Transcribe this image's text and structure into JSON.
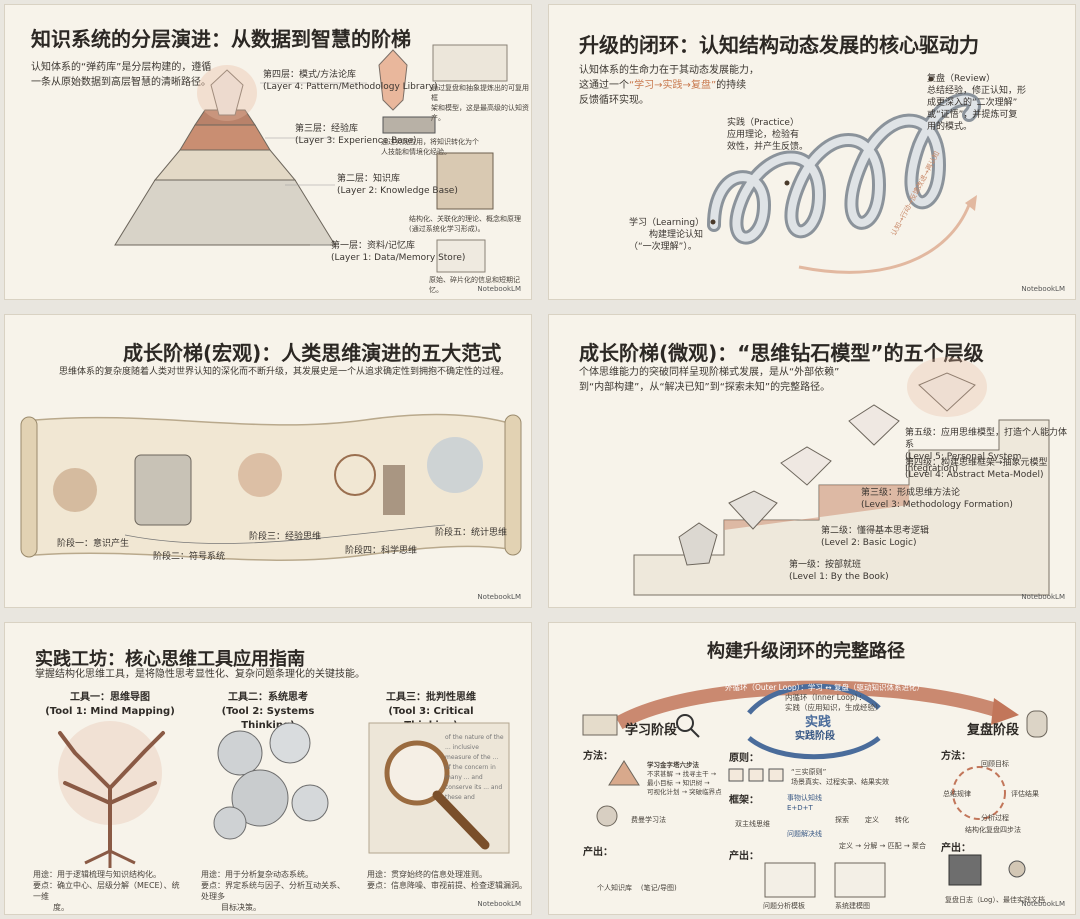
{
  "watermark": "NotebookLM",
  "s1": {
    "title": "知识系统的分层演进：从数据到智慧的阶梯",
    "subtitle_1": "认知体系的“弹药库”是分层构建的，遵循",
    "subtitle_2": "一条从原始数据到高层智慧的清晰路径。",
    "l4_cn": "第四层：模式/方法论库",
    "l4_en": "(Layer 4: Pattern/Methodology Library)",
    "l4_desc_1": "通过复盘和抽象提炼出的可复用框",
    "l4_desc_2": "架和模型，这是最高级的认知资产。",
    "l3_cn": "第三层：经验库",
    "l3_en": "(Layer 3: Experience Base)",
    "l3_desc_1": "通过实践应用，将知识转化为个",
    "l3_desc_2": "人技能和情境化经验。",
    "l2_cn": "第二层：知识库",
    "l2_en": "(Layer 2: Knowledge Base)",
    "l2_desc_1": "结构化、关联化的理论、概念和原理",
    "l2_desc_2": "(通过系统化学习形成)。",
    "l1_cn": "第一层：资料/记忆库",
    "l1_en": "(Layer 1: Data/Memory Store)",
    "l1_desc": "原始、碎片化的信息和短期记忆。"
  },
  "s2": {
    "title": "升级的闭环：认知结构动态发展的核心驱动力",
    "sub_1": "认知体系的生命力在于其动态发展能力，",
    "sub_2a": "这通过一个",
    "sub_2b": "“学习→实践→复盘”",
    "sub_2c": "的持续",
    "sub_3": "反馈循环实现。",
    "review_1": "复盘（Review）",
    "review_2": "总结经验，修正认知，形",
    "review_3": "成更深入的“二次理解”",
    "review_4": "或“证悟”，并提炼可复",
    "review_5": "用的模式。",
    "practice_1": "实践（Practice）",
    "practice_2": "应用理论，检验有",
    "practice_3": "效性，并产生反馈。",
    "learning_1": "学习（Learning）",
    "learning_2": "构建理论认知",
    "learning_3": "（“一次理解”）。",
    "arrow_text": "认知→行动→反馈改进→再认知"
  },
  "s3": {
    "title": "成长阶梯(宏观)：人类思维演进的五大范式",
    "subtitle": "思维体系的复杂度随着人类对世界认知的深化而不断升级，其发展史是一个从追求确定性到拥抱不确定性的过程。",
    "stage1": "阶段一：意识产生",
    "stage2": "阶段二：符号系统",
    "stage3": "阶段三：经验思维",
    "stage4": "阶段四：科学思维",
    "stage5": "阶段五：统计思维"
  },
  "s4": {
    "title": "成长阶梯(微观)：“思维钻石模型”的五个层级",
    "sub_1": "个体思维能力的突破同样呈现阶梯式发展，是从“外部依赖”",
    "sub_2": "到“内部构建”，从“解决已知”到“探索未知”的完整路径。",
    "l5_cn": "第五级：应用思维模型，打造个人能力体系",
    "l5_en": "(Level 5: Personal System Integration)",
    "l4_cn": "第四级：构建思维框架→抽象元模型",
    "l4_en": "(Level 4: Abstract Meta-Model)",
    "l3_cn": "第三级：形成思维方法论",
    "l3_en": "(Level 3: Methodology Formation)",
    "l2_cn": "第二级：懂得基本思考逻辑",
    "l2_en": "(Level 2: Basic Logic)",
    "l1_cn": "第一级：按部就班",
    "l1_en": "(Level 1: By the Book)"
  },
  "s5": {
    "title": "实践工坊：核心思维工具应用指南",
    "subtitle": "掌握结构化思维工具，是将隐性思考显性化、复杂问题条理化的关键技能。",
    "t1_cn": "工具一：思维导图",
    "t1_en": "(Tool 1: Mind Mapping)",
    "t2_cn": "工具二：系统思考",
    "t2_en": "(Tool 2: Systems Thinking)",
    "t3_cn": "工具三：批判性思维",
    "t3_en": "(Tool 3: Critical Thinking)",
    "t1_use": "用途：用于逻辑梳理与知识结构化。",
    "t1_key_1": "要点：确立中心、层级分解（MECE）、统一维",
    "t1_key_2": "度。",
    "t2_use": "用途：用于分析复杂动态系统。",
    "t2_key_1": "要点：界定系统与因子、分析互动关系、处理多",
    "t2_key_2": "目标决策。",
    "t3_use": "用途：贯穿始终的信息处理准则。",
    "t3_key": "要点：信息降噪、审视前提、检查逻辑漏洞。",
    "paper_text": "of the nature of the ... inclusive measure of the ... of the concern in many ... and conserve its ... and these and"
  },
  "s6": {
    "title": "构建升级闭环的完整路径",
    "outer_loop": "外循环（Outer Loop）：学习 ↔ 复盘（驱动知识体系进化）",
    "inner_1": "内循环（Inner Loop）：",
    "inner_2": "实践（应用知识，生成经验）",
    "practice_big": "实践",
    "practice_stage": "实践阶段",
    "learn_stage": "学习阶段",
    "review_stage": "复盘阶段",
    "method": "方法：",
    "method2": "方法：",
    "learn_m1": "学习金字塔六步法",
    "learn_m2": "不求甚解 → 找寻主干 →",
    "learn_m3": "最小目标 → 知识树 →",
    "learn_m4": "可视化计划 → 突破临界点",
    "feynman": "费曼学习法",
    "output": "产出：",
    "output2": "产出：",
    "output3": "产出：",
    "out_learn_1": "个人知识库",
    "out_learn_2": "(笔记/导图)",
    "principle": "原则：",
    "principle_txt_1": "“三实原则”",
    "principle_txt_2": "场景真实、过程实录、结果实效",
    "framework": "框架：",
    "dual": "双主线思维",
    "thing": "事物认知线",
    "thing_2": "E+D+T",
    "explore": "探索",
    "define": "定义",
    "transform": "转化",
    "problem": "问题解决线",
    "problem_flow": "定义 → 分解 → 匹配 → 聚合",
    "out_prac_1": "问题分析模板",
    "out_prac_2": "系统建模图",
    "review_goal": "回顾目标",
    "review_eval": "评估结果",
    "review_summary": "总结规律",
    "review_analyze": "分析过程",
    "review_4": "结构化复盘四步法",
    "out_rev": "复盘日志（Log）、最佳实践文档"
  }
}
